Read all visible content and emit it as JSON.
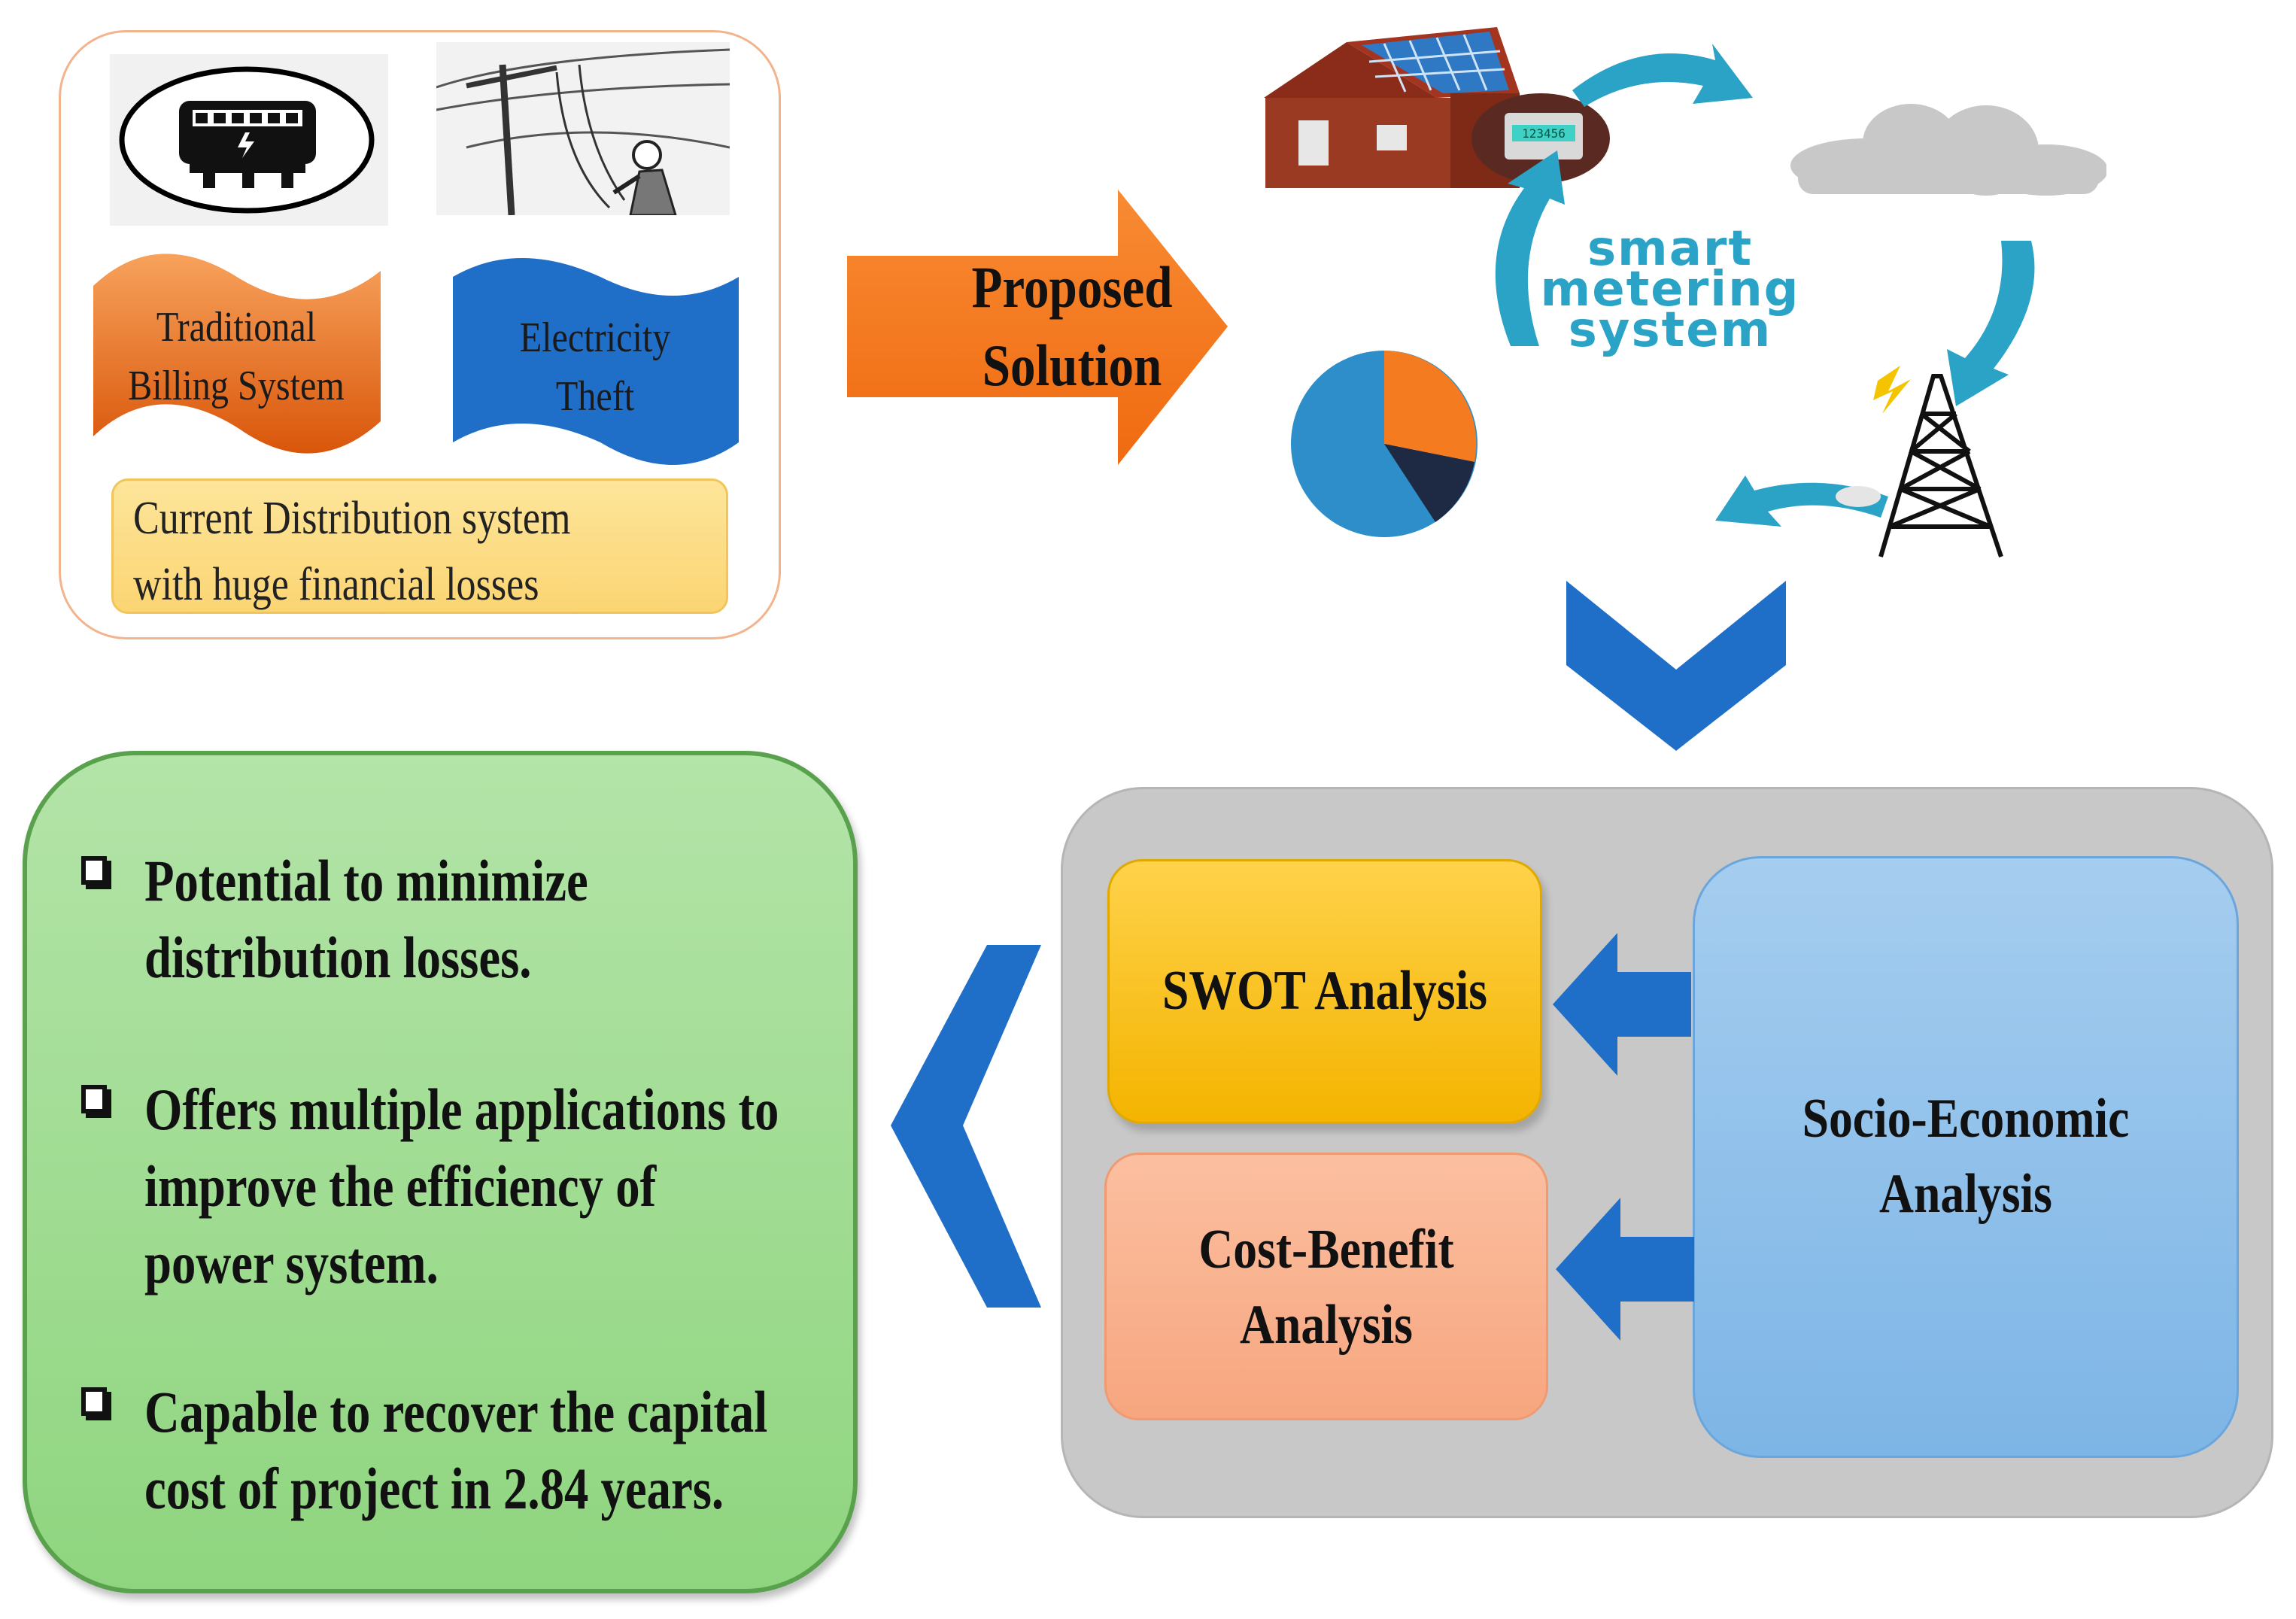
{
  "problem": {
    "traditional_billing": "Traditional\nBilling System",
    "electricity_theft": "Electricity\nTheft",
    "summary": "Current Distribution system\nwith huge financial losses"
  },
  "solution": {
    "label": "Proposed\nSolution"
  },
  "smart_metering": {
    "title": "smart\nmetering\nsystem",
    "meter_display": "123456"
  },
  "analysis": {
    "swot": "SWOT Analysis",
    "cost_benefit": "Cost-Benefit\nAnalysis",
    "socio_economic": "Socio-Economic\nAnalysis"
  },
  "outcomes": [
    "Potential to minimize\ndistribution losses.",
    "Offers multiple applications to\nimprove the efficiency of\npower system.",
    "Capable to recover the capital\ncost of project in 2.84 years."
  ],
  "colors": {
    "orange": "#f47b20",
    "blue": "#1f6fc8",
    "teal": "#2aa3c6",
    "green": "#8fd57f",
    "yellow": "#f4b400",
    "salmon": "#f7a67f",
    "light_blue": "#7db5e6",
    "grey": "#c8c8c8"
  }
}
